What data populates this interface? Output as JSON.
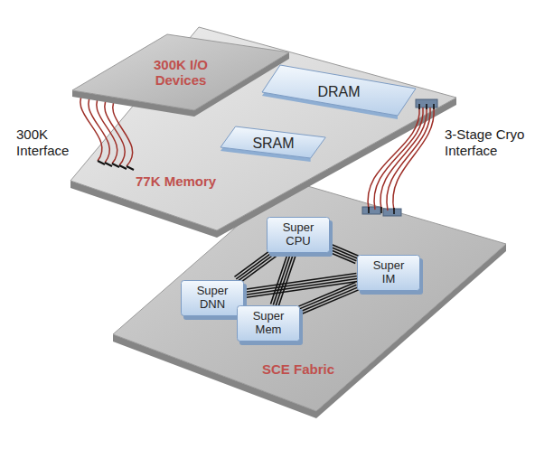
{
  "diagram": {
    "nodes": [
      {
        "text": [
          "300K I/O Devices"
        ]
      },
      {
        "text": [
          "77K Memory"
        ]
      },
      {
        "text": [
          "DRAM"
        ],
        "in": 1
      },
      {
        "text": [
          "SRAM"
        ],
        "in": 1
      },
      {
        "text": [
          "SCE Fabric"
        ]
      },
      {
        "text": [
          "Super CPU"
        ],
        "in": 4
      },
      {
        "text": [
          "Super DNN"
        ],
        "in": 4
      },
      {
        "text": [
          "Super IM"
        ],
        "in": 4
      },
      {
        "text": [
          "Super Mem"
        ],
        "in": 4
      }
    ],
    "edges": [
      {
        "from": 5,
        "to": 6,
        "arrow": "none"
      },
      {
        "from": 5,
        "to": 7,
        "arrow": "none"
      },
      {
        "from": 6,
        "to": 8,
        "arrow": "none"
      },
      {
        "from": 7,
        "to": 8,
        "arrow": "none"
      },
      {
        "from": 5,
        "to": 8,
        "arrow": "none"
      },
      {
        "from": 6,
        "to": 7,
        "arrow": "none"
      }
    ],
    "labels": [
      "300K Interface",
      "3-Stage Cryo Interface"
    ]
  }
}
